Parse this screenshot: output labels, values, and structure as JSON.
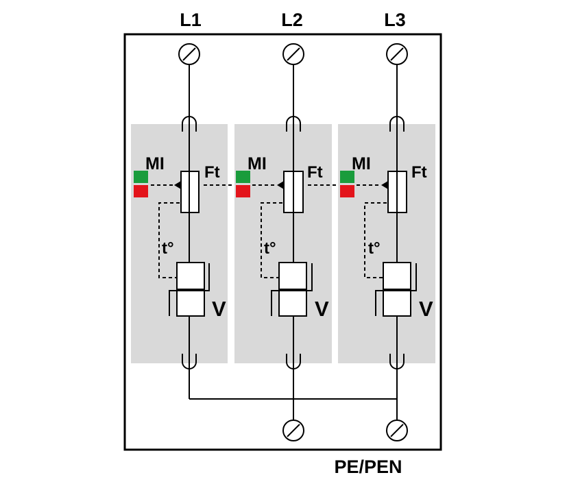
{
  "phases": [
    {
      "label": "L1",
      "indicator_label": "MI",
      "fuse_label": "Ft",
      "thermal_label": "t°",
      "varistor_label": "V"
    },
    {
      "label": "L2",
      "indicator_label": "MI",
      "fuse_label": "Ft",
      "thermal_label": "t°",
      "varistor_label": "V"
    },
    {
      "label": "L3",
      "indicator_label": "MI",
      "fuse_label": "Ft",
      "thermal_label": "t°",
      "varistor_label": "V"
    }
  ],
  "ground_label": "PE/PEN",
  "colors": {
    "module_fill": "#d9d9d9",
    "indicator_ok": "#1a9c3c",
    "indicator_fault": "#e3141b",
    "line": "#000000"
  },
  "icons": {
    "terminal": "screw-terminal-icon",
    "fuse": "thermal-fuse-icon",
    "varistor": "varistor-icon",
    "indicator": "status-indicator-icon"
  }
}
